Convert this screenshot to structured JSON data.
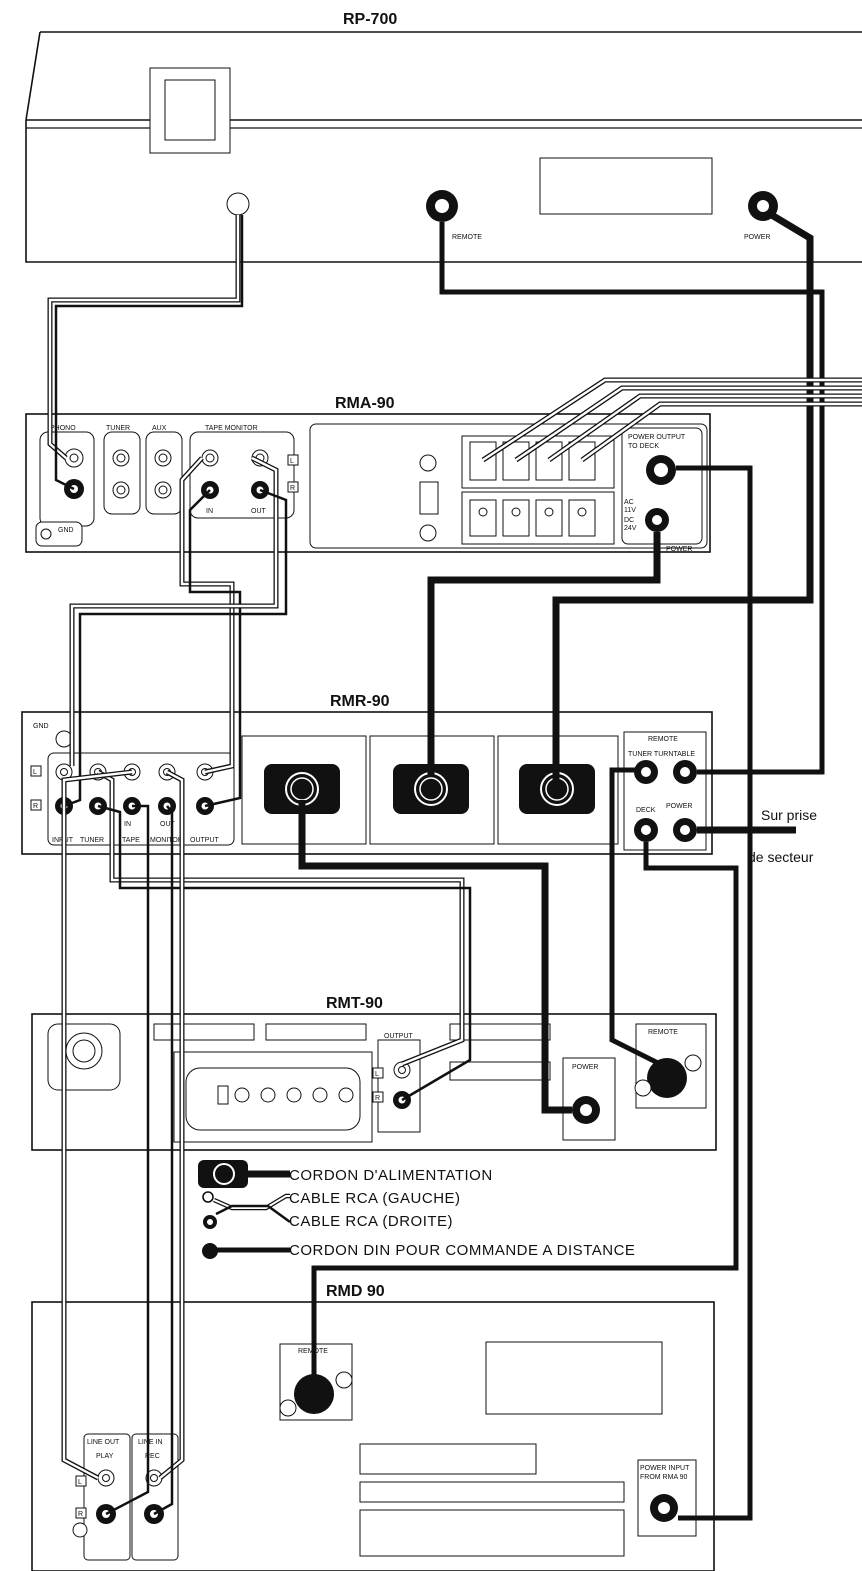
{
  "units": {
    "rp700": "RP-700",
    "rma90": "RMA-90",
    "rmr90": "RMR-90",
    "rmt90": "RMT-90",
    "rmd90": "RMD 90"
  },
  "labels": {
    "remote": "REMOTE",
    "power": "POWER",
    "phono": "PHONO",
    "tuner": "TUNER",
    "aux": "AUX",
    "tape_monitor": "TAPE MONITOR",
    "in": "IN",
    "out": "OUT",
    "gnd": "GND",
    "l": "L",
    "r": "R",
    "power_output_line1": "POWER OUTPUT",
    "power_output_line2": "TO DECK",
    "ac": "AC",
    "ac_v": "11V",
    "dc": "DC",
    "dc_v": "24V",
    "input": "INPUT",
    "tuner_lc": "TUNER",
    "tape": "TAPE",
    "monitor": "MONITOR",
    "output": "OUTPUT",
    "tuner_turntable": "TUNER TURNTABLE",
    "deck": "DECK",
    "line_out": "LINE OUT",
    "play": "PLAY",
    "line_in": "LINE IN",
    "rec": "REC",
    "power_input_line1": "POWER INPUT",
    "power_input_line2": "FROM RMA 90"
  },
  "mains": {
    "line1": "Sur prise",
    "line2": "de secteur"
  },
  "legend": {
    "power_cord": "CORDON D'ALIMENTATION",
    "rca_left": "CABLE RCA (GAUCHE)",
    "rca_right": "CABLE RCA (DROITE)",
    "din_remote": "CORDON DIN POUR COMMANDE A DISTANCE"
  }
}
